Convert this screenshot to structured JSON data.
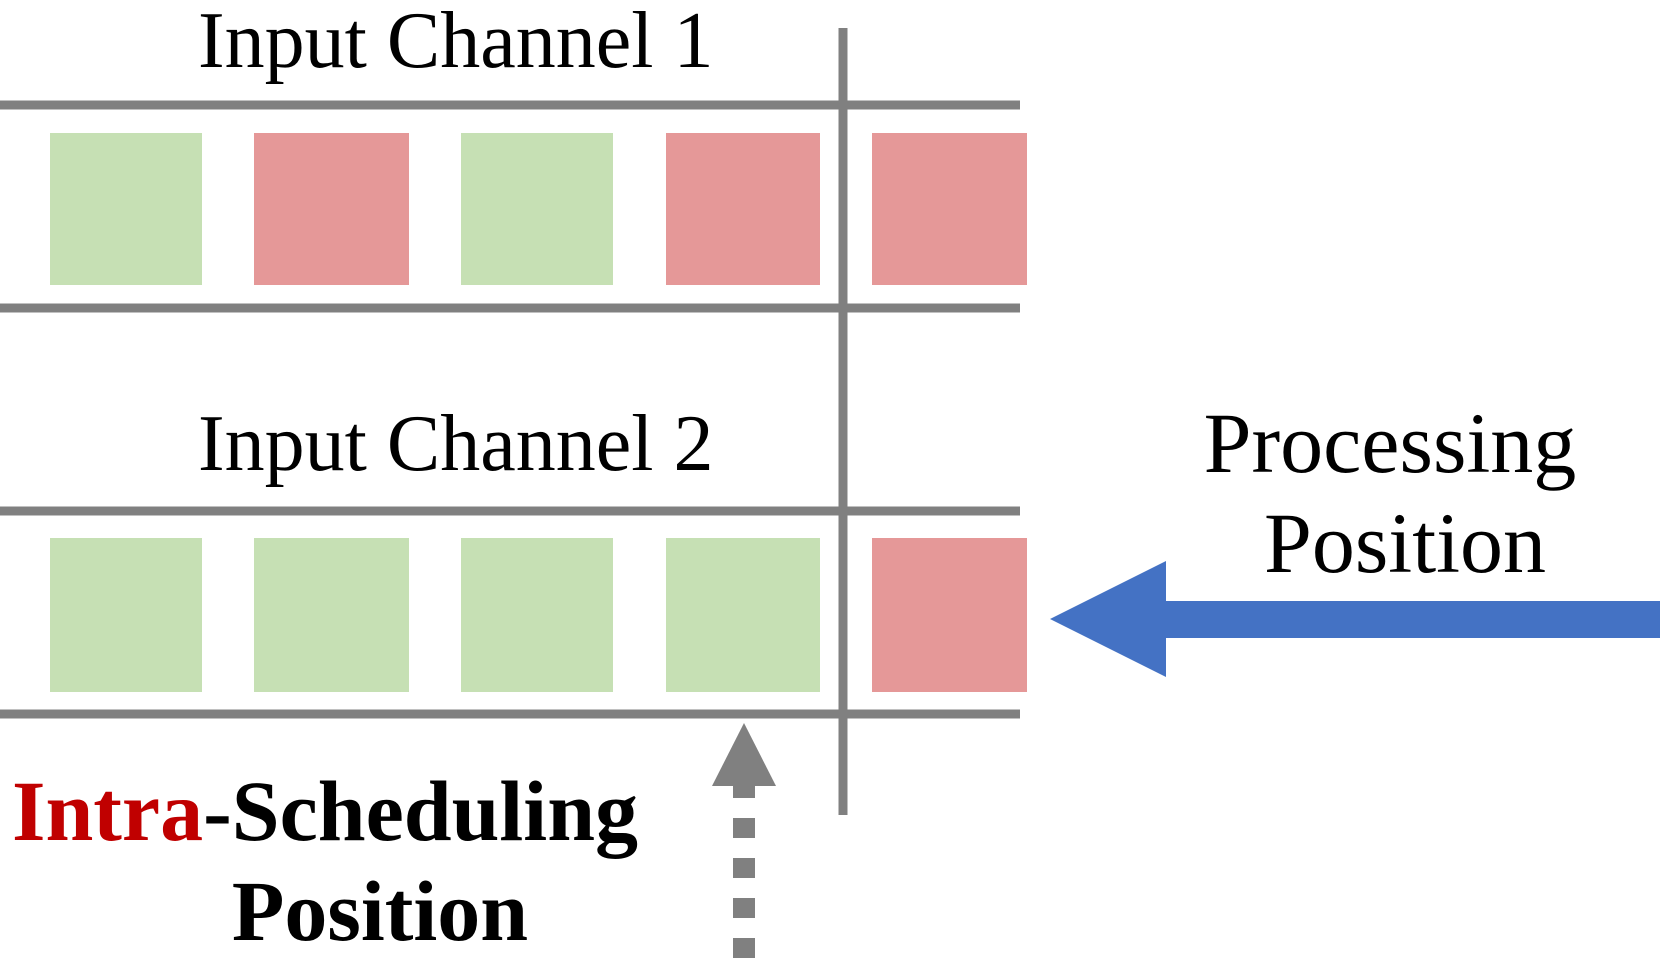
{
  "channels": [
    {
      "title": "Input Channel 1",
      "cells": [
        "green",
        "red",
        "green",
        "red",
        "red"
      ]
    },
    {
      "title": "Input Channel 2",
      "cells": [
        "green",
        "green",
        "green",
        "green",
        "red"
      ]
    }
  ],
  "processing_position": {
    "line1": "Processing",
    "line2": "Position"
  },
  "intra_scheduling_position": {
    "prefix": "Intra",
    "suffix": "-Scheduling",
    "line2": "Position"
  },
  "colors": {
    "green": "#c6e0b4",
    "red": "#e59898",
    "grid": "#808080",
    "arrow": "#4472c4",
    "intra": "#c00000",
    "text": "#000000"
  }
}
